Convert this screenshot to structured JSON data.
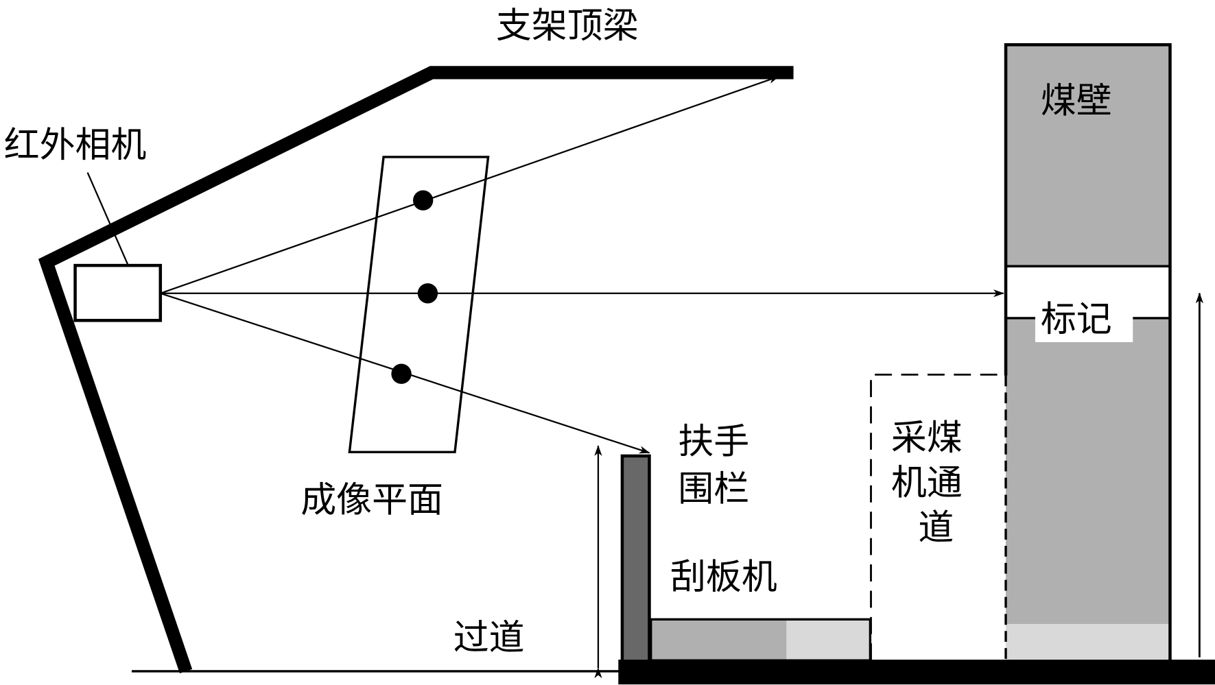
{
  "labels": {
    "roof_beam": "支架顶梁",
    "ir_camera": "红外相机",
    "imaging_plane": "成像平面",
    "coal_wall": "煤壁",
    "marker": "标记",
    "handrail_line1": "扶手",
    "handrail_line2": "围栏",
    "shearer_line1": "采煤",
    "shearer_line2": "机通",
    "shearer_line3": "道",
    "conveyor": "刮板机",
    "walkway": "过道"
  },
  "colors": {
    "coal": "#b0b0b0",
    "coal_light": "#d9d9d9",
    "handrail": "#686868",
    "line": "#000000"
  }
}
